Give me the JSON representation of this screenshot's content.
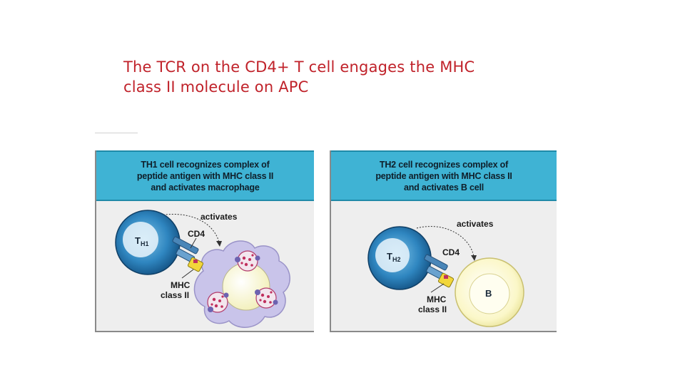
{
  "slide": {
    "title_line1": "The TCR on the CD4+ T cell engages the MHC",
    "title_line2": "class II molecule on APC"
  },
  "panels": [
    {
      "header_line1": "TH1 cell recognizes complex of",
      "header_line2": "peptide antigen with MHC class II",
      "header_line3": "and activates macrophage",
      "cell_label_main": "T",
      "cell_label_sub": "H1",
      "activates_label": "activates",
      "cd4_label": "CD4",
      "mhc_label_line1": "MHC",
      "mhc_label_line2": "class II"
    },
    {
      "header_line1": "TH2 cell recognizes complex of",
      "header_line2": "peptide antigen with MHC class II",
      "header_line3": "and activates B cell",
      "cell_label_main": "T",
      "cell_label_sub": "H2",
      "activates_label": "activates",
      "cd4_label": "CD4",
      "mhc_label_line1": "MHC",
      "mhc_label_line2": "class II",
      "target_label": "B"
    }
  ],
  "colors": {
    "title": "#c0222a",
    "header_bg": "#3fb3d4",
    "t_cell": "#1f6fa8",
    "macrophage": "#c9c4ea",
    "b_cell": "#fbf7c8",
    "mhc": "#f2d63a"
  }
}
